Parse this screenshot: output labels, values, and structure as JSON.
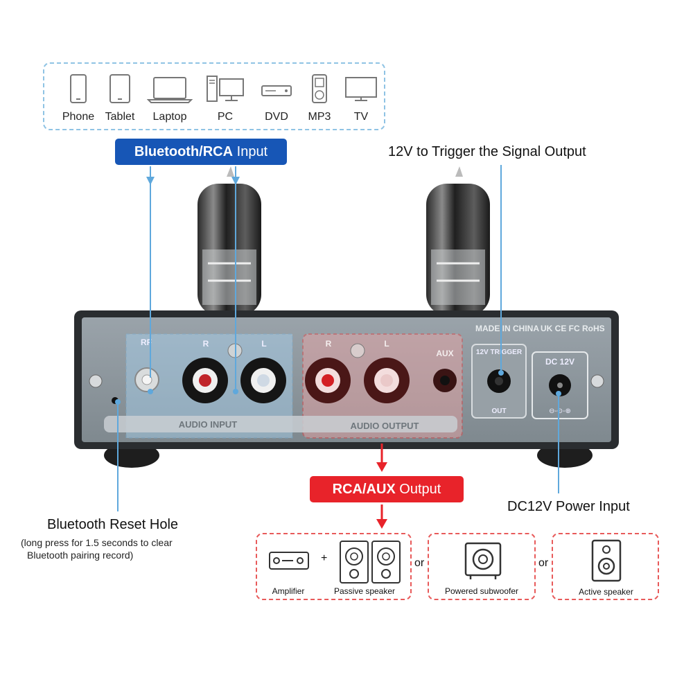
{
  "devices": [
    {
      "name": "phone",
      "label": "Phone"
    },
    {
      "name": "tablet",
      "label": "Tablet"
    },
    {
      "name": "laptop",
      "label": "Laptop"
    },
    {
      "name": "pc",
      "label": "PC"
    },
    {
      "name": "dvd",
      "label": "DVD"
    },
    {
      "name": "mp3",
      "label": "MP3"
    },
    {
      "name": "tv",
      "label": "TV"
    }
  ],
  "input_pill": {
    "bold": "Bluetooth/RCA",
    "rest": " Input"
  },
  "output_pill": {
    "bold": "RCA/AUX",
    "rest": " Output"
  },
  "callouts": {
    "trigger": "12V to Trigger the Signal Output",
    "power": "DC12V Power Input",
    "reset_title": "Bluetooth Reset Hole",
    "reset_note_1": "(long press for 1.5 seconds to clear",
    "reset_note_2": "Bluetooth pairing record)"
  },
  "panel": {
    "made_in": "MADE IN CHINA",
    "certs": "UK CE FC RoHS",
    "rf": "RF",
    "r": "R",
    "l": "L",
    "aux": "AUX",
    "audio_input": "AUDIO INPUT",
    "audio_output": "AUDIO OUTPUT",
    "trigger_label": "12V TRIGGER",
    "out_label": "OUT",
    "dc_label": "DC 12V"
  },
  "outputs": {
    "amplifier": "Amplifier",
    "plus": "+",
    "passive": "Passive speaker",
    "or1": "or",
    "subwoofer": "Powered subwoofer",
    "or2": "or",
    "active": "Active speaker"
  },
  "colors": {
    "blue": "#1756b6",
    "red": "#e8232a",
    "callout_line": "#5fa8dc",
    "panel": "#8a949b"
  }
}
